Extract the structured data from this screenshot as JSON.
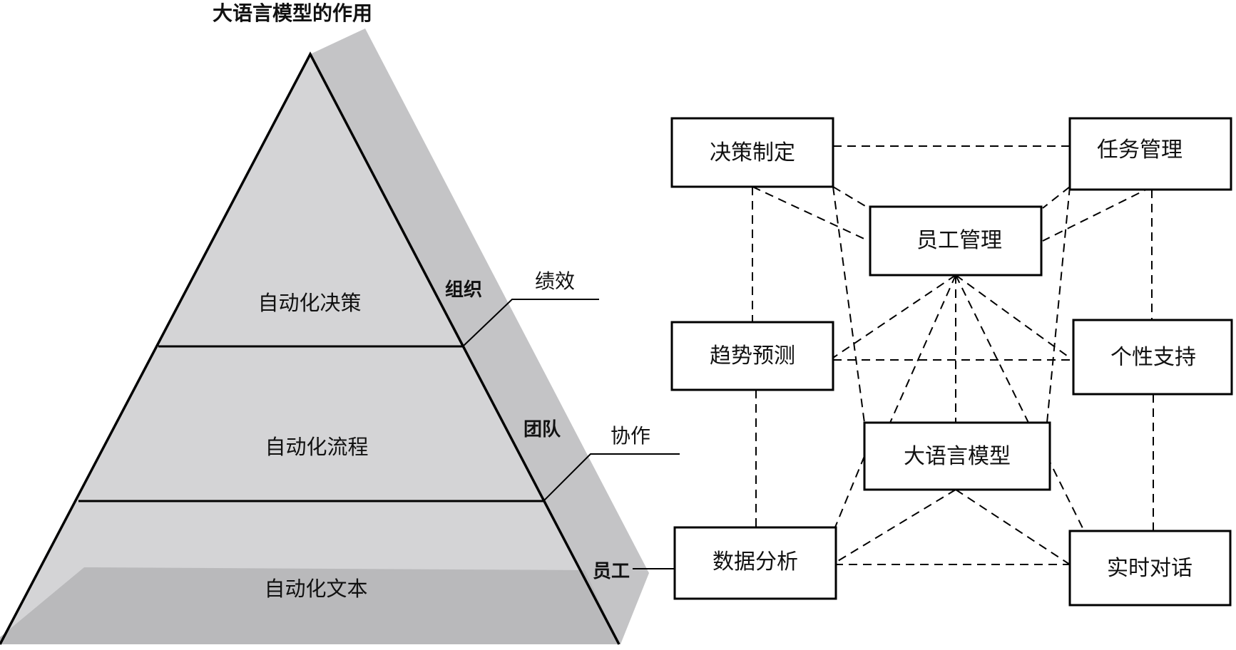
{
  "title": "大语言模型的作用",
  "pyramid": {
    "levels": [
      {
        "id": "top",
        "label": "自动化决策"
      },
      {
        "id": "middle",
        "label": "自动化流程"
      },
      {
        "id": "bottom",
        "label": "自动化文本"
      }
    ],
    "side_labels": [
      {
        "id": "org",
        "label": "组织"
      },
      {
        "id": "team",
        "label": "团队"
      },
      {
        "id": "staff",
        "label": "员工"
      }
    ],
    "callouts": [
      {
        "id": "perf",
        "label": "绩效"
      },
      {
        "id": "collab",
        "label": "协作"
      }
    ],
    "colors": {
      "face": "#d4d4d6",
      "shadow": "#c3c3c5",
      "base_band": "#b9b9bb",
      "outline": "#000000"
    }
  },
  "network": {
    "nodes": [
      {
        "id": "decision",
        "label": "决策制定"
      },
      {
        "id": "task",
        "label": "任务管理"
      },
      {
        "id": "staff_mgmt",
        "label": "员工管理"
      },
      {
        "id": "trend",
        "label": "趋势预测"
      },
      {
        "id": "personal",
        "label": "个性支持"
      },
      {
        "id": "llm",
        "label": "大语言模型"
      },
      {
        "id": "data",
        "label": "数据分析"
      },
      {
        "id": "chat",
        "label": "实时对话"
      }
    ]
  }
}
